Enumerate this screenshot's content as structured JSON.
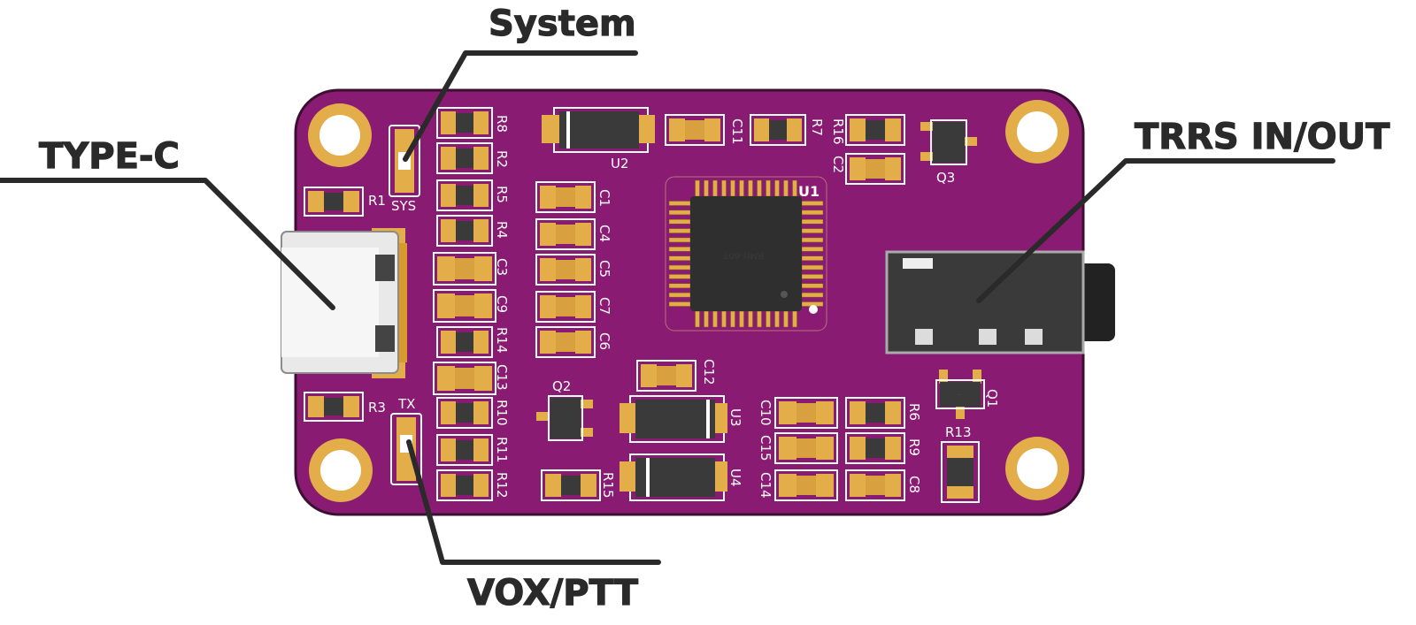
{
  "colors": {
    "board": "#8a1b72",
    "board_edge": "#3b0f32",
    "pad_gold": "#e3ad4a",
    "component_dark": "#3a3a3a",
    "silkscreen": "#ffffff",
    "callout_text": "#2a2a2a"
  },
  "callouts": {
    "system": "System",
    "type_c": "TYPE-C",
    "trrs": "TRRS IN/OUT",
    "vox_ptt": "VOX/PTT"
  },
  "silkscreen": {
    "sys": "SYS",
    "tx": "TX",
    "r1": "R1",
    "r2": "R2",
    "r3": "R3",
    "r4": "R4",
    "r5": "R5",
    "r6": "R6",
    "r7": "R7",
    "r8": "R8",
    "r9": "R9",
    "r10": "R10",
    "r11": "R11",
    "r12": "R12",
    "r13": "R13",
    "r14": "R14",
    "r15": "R15",
    "r16": "R16",
    "c1": "C1",
    "c2": "C2",
    "c3": "C3",
    "c4": "C4",
    "c5": "C5",
    "c6": "C6",
    "c7": "C7",
    "c8": "C8",
    "c9": "C9",
    "c10": "C10",
    "c11": "C11",
    "c12": "C12",
    "c13": "C13",
    "c14": "C14",
    "c15": "C15",
    "u1": "U1",
    "u2": "U2",
    "u3": "U3",
    "u4": "U4",
    "q1": "Q1",
    "q2": "Q2",
    "q3": "Q3"
  },
  "chip_marking": "RMH-607"
}
